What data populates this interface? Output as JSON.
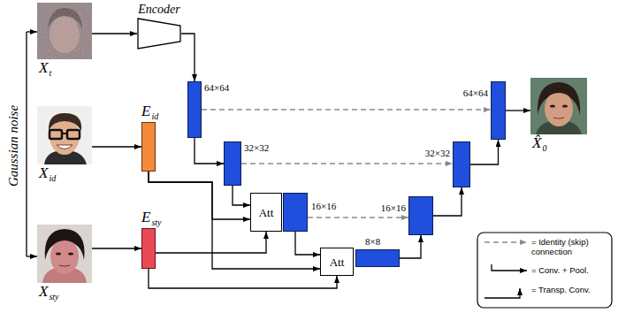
{
  "diagram": {
    "nodes": [
      {
        "text": [
          "Xt"
        ]
      },
      {
        "text": [
          "Encoder"
        ]
      },
      {
        "text": [
          "64×64"
        ]
      },
      {
        "text": [
          "Xid"
        ]
      },
      {
        "text": [
          "Eid"
        ]
      },
      {
        "text": [
          "32×32"
        ]
      },
      {
        "text": [
          "Xsty"
        ]
      },
      {
        "text": [
          "Esty"
        ]
      },
      {
        "text": [
          "Att"
        ]
      },
      {
        "text": [
          "16×16"
        ]
      },
      {
        "text": [
          "Att"
        ]
      },
      {
        "text": [
          "8×8"
        ]
      },
      {
        "text": [
          "16×16"
        ]
      },
      {
        "text": [
          "32×32"
        ]
      },
      {
        "text": [
          "64×64"
        ]
      },
      {
        "text": [
          "X̂0"
        ]
      }
    ],
    "edges": [
      {
        "from": 0,
        "to": 1,
        "arrow": "to"
      },
      {
        "from": 1,
        "to": 2,
        "arrow": "to"
      },
      {
        "from": 2,
        "to": 5,
        "arrow": "to"
      },
      {
        "from": 3,
        "to": 4,
        "arrow": "to"
      },
      {
        "from": 6,
        "to": 7,
        "arrow": "to"
      },
      {
        "from": 5,
        "to": 8,
        "arrow": "to"
      },
      {
        "from": 4,
        "to": 8,
        "arrow": "to"
      },
      {
        "from": 4,
        "to": 10,
        "arrow": "to"
      },
      {
        "from": 7,
        "to": 8,
        "arrow": "to"
      },
      {
        "from": 7,
        "to": 10,
        "arrow": "to"
      },
      {
        "from": 9,
        "to": 10,
        "arrow": "to"
      },
      {
        "from": 11,
        "to": 12,
        "arrow": "to"
      },
      {
        "from": 12,
        "to": 13,
        "arrow": "to"
      },
      {
        "from": 13,
        "to": 14,
        "arrow": "to"
      },
      {
        "from": 14,
        "to": 15,
        "arrow": "to"
      },
      {
        "from": 2,
        "to": 14,
        "arrow": "to"
      },
      {
        "from": 5,
        "to": 13,
        "arrow": "to"
      },
      {
        "from": 9,
        "to": 12,
        "arrow": "to"
      }
    ],
    "labels": [
      "Gaussian noise"
    ],
    "legend": [
      {
        "text": "= Identity (skip) connection"
      },
      {
        "text": "= Conv. + Pool."
      },
      {
        "text": "= Transp. Conv."
      }
    ]
  }
}
